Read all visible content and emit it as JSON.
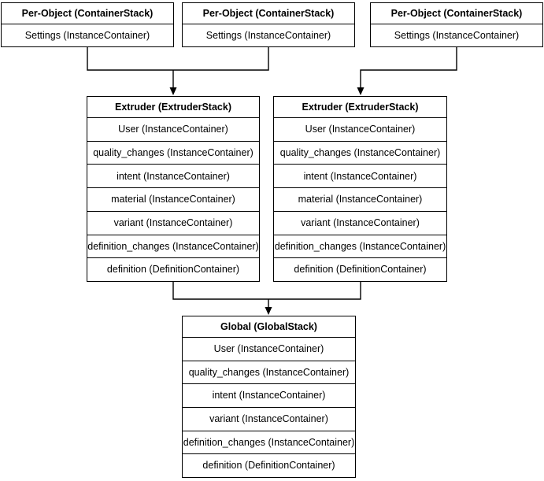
{
  "diagram": {
    "colors": {
      "border": "#000000",
      "fill": "#ffffff",
      "text": "#000000"
    },
    "per_object_stacks": [
      {
        "title": "Per-Object (ContainerStack)",
        "rows": [
          "Settings (InstanceContainer)"
        ]
      },
      {
        "title": "Per-Object (ContainerStack)",
        "rows": [
          "Settings (InstanceContainer)"
        ]
      },
      {
        "title": "Per-Object (ContainerStack)",
        "rows": [
          "Settings (InstanceContainer)"
        ]
      }
    ],
    "extruder_stacks": [
      {
        "title": "Extruder (ExtruderStack)",
        "rows": [
          "User (InstanceContainer)",
          "quality_changes (InstanceContainer)",
          "intent (InstanceContainer)",
          "material (InstanceContainer)",
          "variant (InstanceContainer)",
          "definition_changes (InstanceContainer)",
          "definition (DefinitionContainer)"
        ]
      },
      {
        "title": "Extruder (ExtruderStack)",
        "rows": [
          "User (InstanceContainer)",
          "quality_changes (InstanceContainer)",
          "intent (InstanceContainer)",
          "material (InstanceContainer)",
          "variant (InstanceContainer)",
          "definition_changes (InstanceContainer)",
          "definition (DefinitionContainer)"
        ]
      }
    ],
    "global_stack": {
      "title": "Global (GlobalStack)",
      "rows": [
        "User (InstanceContainer)",
        "quality_changes (InstanceContainer)",
        "intent (InstanceContainer)",
        "variant (InstanceContainer)",
        "definition_changes (InstanceContainer)",
        "definition (DefinitionContainer)"
      ]
    }
  }
}
